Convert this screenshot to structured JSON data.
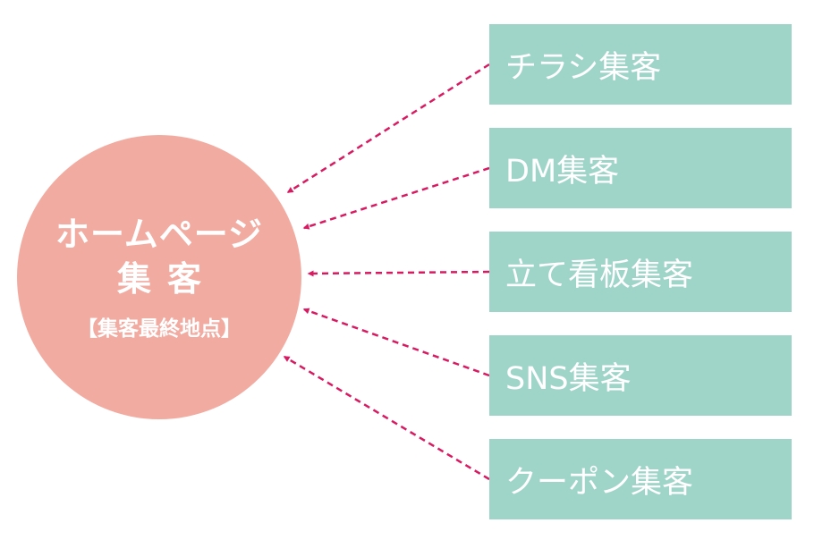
{
  "hub": {
    "title": "ホームページ",
    "subtitle": "集客",
    "note": "【集客最終地点】"
  },
  "channels": [
    {
      "label": "チラシ集客"
    },
    {
      "label": "DM集客"
    },
    {
      "label": "立て看板集客"
    },
    {
      "label": "SNS集客"
    },
    {
      "label": "クーポン集客"
    }
  ],
  "colors": {
    "hub_fill": "#f2aba1",
    "box_fill": "#9fd5c8",
    "arrow": "#d81b60",
    "text": "#ffffff"
  }
}
